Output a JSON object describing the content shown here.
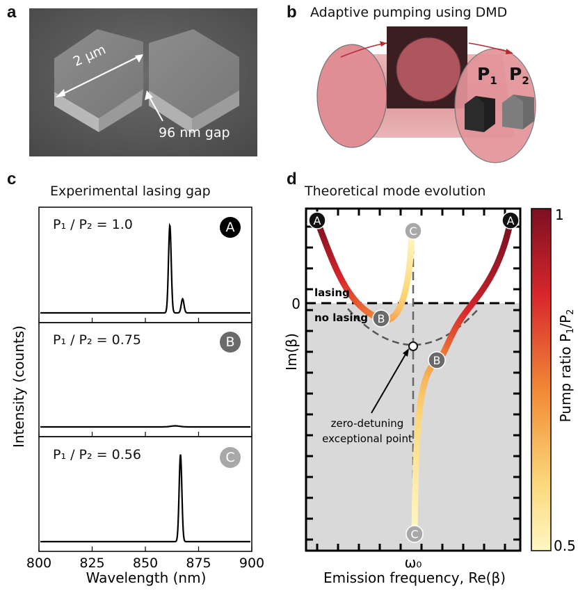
{
  "panels": {
    "a": {
      "label": "a",
      "size_label": "2 µm",
      "gap_label": "96 nm gap"
    },
    "b": {
      "label": "b",
      "title": "Adaptive pumping using DMD",
      "p1": "P",
      "p1_sub": "1",
      "p2": "P",
      "p2_sub": "2"
    },
    "c": {
      "label": "c",
      "title": "Experimental lasing gap",
      "ylabel": "Intensity (counts)",
      "xlabel": "Wavelength (nm)",
      "rows": [
        {
          "ratio": "P₁ / P₂ = 1.0",
          "badge": "A"
        },
        {
          "ratio": "P₁ / P₂ = 0.75",
          "badge": "B"
        },
        {
          "ratio": "P₁ / P₂ = 0.56",
          "badge": "C"
        }
      ]
    },
    "d": {
      "label": "d",
      "title": "Theoretical mode evolution",
      "ylabel": "Im(β)",
      "xlabel": "Emission frequency, Re(β)",
      "xtick": "ω₀",
      "ytick": "0",
      "lasing": "lasing",
      "no_lasing": "no lasing",
      "ep_line1": "zero-detuning",
      "ep_line2": "exceptional point",
      "badges": {
        "a": "A",
        "b": "B",
        "c": "C"
      },
      "colorbar": {
        "label": "Pump ratio P",
        "label_sub1": "1",
        "label_slash": "/P",
        "label_sub2": "2",
        "max": "1",
        "min": "0.5"
      }
    }
  },
  "chart_data": {
    "type": "line",
    "x": [
      800,
      825,
      850,
      875,
      900
    ],
    "xlabel": "Wavelength (nm)",
    "ylabel": "Intensity (counts)",
    "xlim": [
      800,
      900
    ],
    "series": [
      {
        "name": "P₁ / P₂ = 1.0",
        "peaks": [
          {
            "x": 861.5,
            "height": 1.0
          },
          {
            "x": 867.5,
            "height": 0.16
          }
        ]
      },
      {
        "name": "P₁ / P₂ = 0.75",
        "peaks": []
      },
      {
        "name": "P₁ / P₂ = 0.56",
        "peaks": [
          {
            "x": 866.5,
            "height": 1.0
          }
        ]
      }
    ]
  }
}
